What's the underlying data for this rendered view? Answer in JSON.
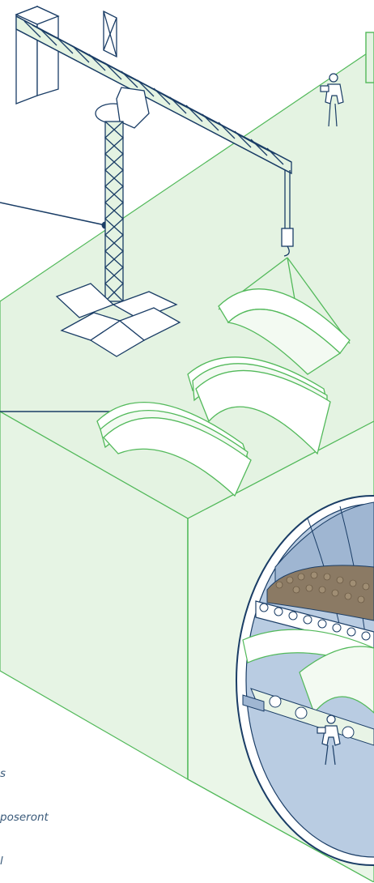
{
  "caption_lines": [
    "s",
    "poseront",
    "l"
  ],
  "colors": {
    "ground": "#e4f3e2",
    "ground_dark": "#cfe8cc",
    "green_line": "#52b95a",
    "navy": "#1a3d66",
    "tunnel_blue": "#b9cce2",
    "rock": "#8b7a64"
  },
  "icons": [
    "tower-crane",
    "worker",
    "segment-stack",
    "tunnel-boring-shield",
    "conveyor-belt"
  ]
}
